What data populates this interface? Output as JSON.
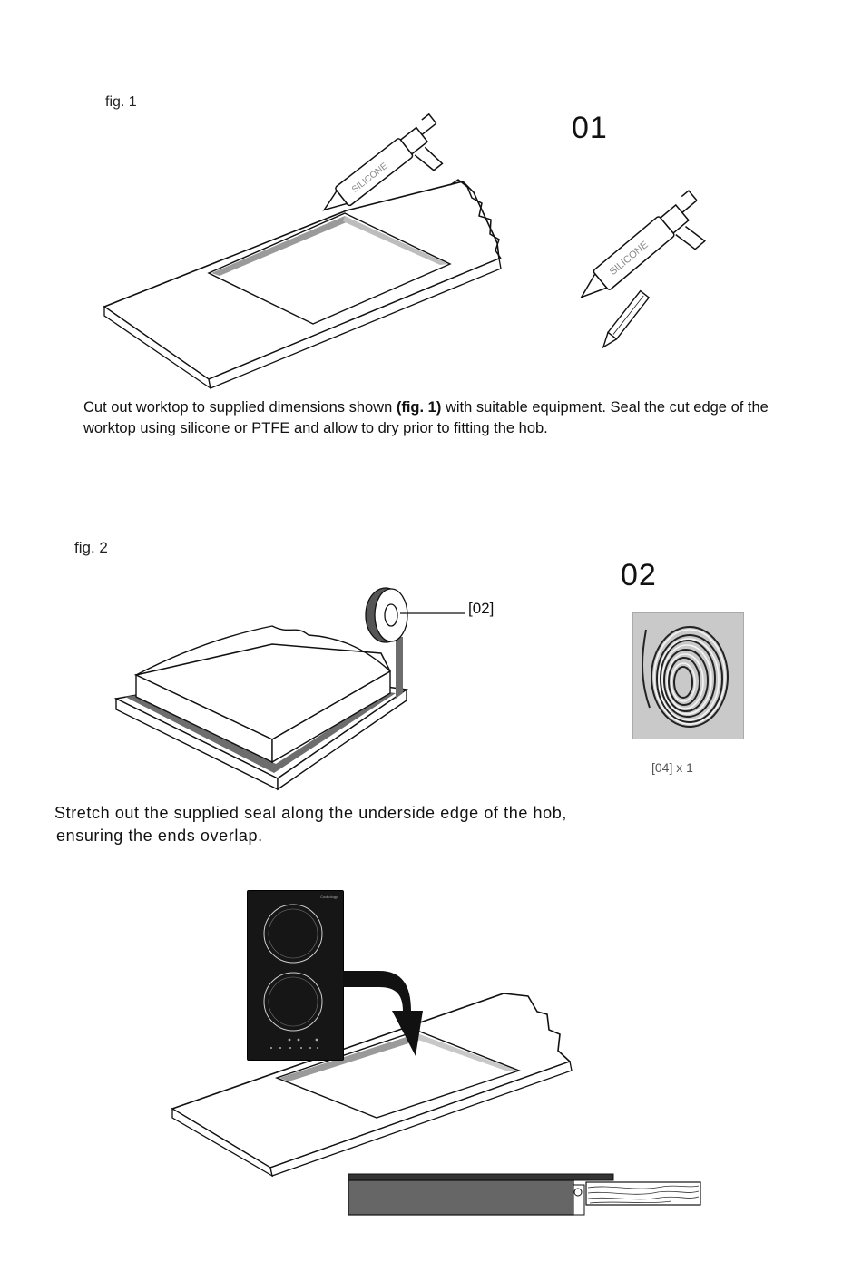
{
  "section1": {
    "fig_label": "fig. 1",
    "step_number": "01",
    "caulk_label": "SILICONE",
    "instruction_part1": "Cut out worktop to supplied dimensions shown ",
    "instruction_bold": "(fig. 1)",
    "instruction_part2": " with suitable equipment. Seal the cut edge of the worktop using silicone or PTFE and allow to dry prior to fitting the hob."
  },
  "section2": {
    "fig_label": "fig. 2",
    "step_number": "02",
    "callout_label": "[02]",
    "part_quantity": "[04] x 1",
    "instruction_line1": "Stretch out the supplied seal along the underside edge  of the hob,",
    "instruction_line2": "ensuring the  ends overlap."
  },
  "section3": {
    "hob_brand": "Cookology"
  }
}
